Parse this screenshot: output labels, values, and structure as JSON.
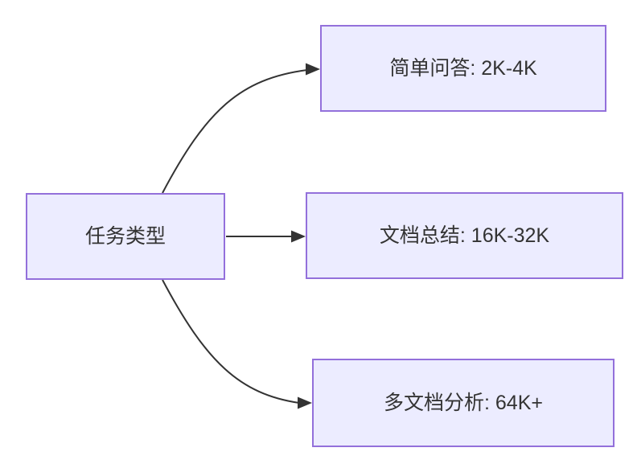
{
  "diagram": {
    "type": "flowchart-left-to-right",
    "nodes": [
      {
        "id": "task",
        "label": "任务类型"
      },
      {
        "id": "qa",
        "label": "简单问答: 2K-4K"
      },
      {
        "id": "doc",
        "label": "文档总结: 16K-32K"
      },
      {
        "id": "multi",
        "label": "多文档分析: 64K+"
      }
    ],
    "edges": [
      {
        "from": "task",
        "to": "qa",
        "style": "curved-arrow"
      },
      {
        "from": "task",
        "to": "doc",
        "style": "straight-arrow"
      },
      {
        "from": "task",
        "to": "multi",
        "style": "curved-arrow"
      }
    ],
    "colors": {
      "node_fill": "#ececff",
      "node_border": "#9370db",
      "edge": "#333333",
      "text": "#333333",
      "background": "#ffffff"
    }
  }
}
